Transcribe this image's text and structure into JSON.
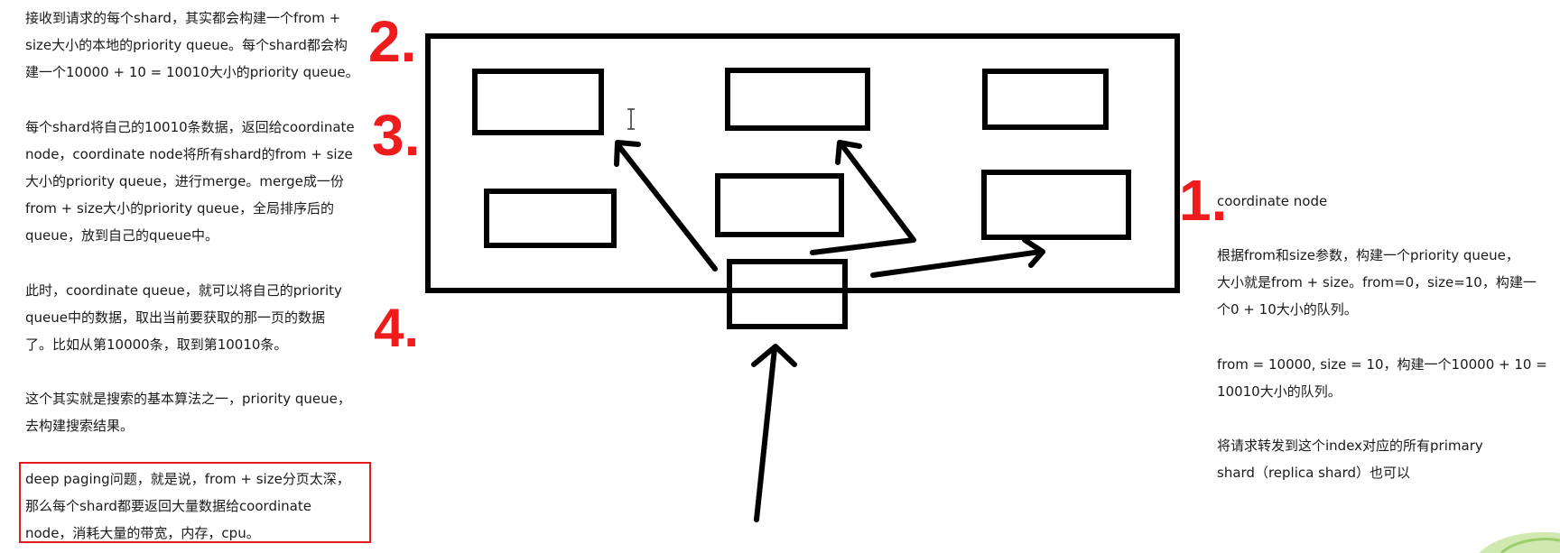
{
  "left_panel": {
    "p1": "接收到请求的每个shard，其实都会构建一个from +\nsize大小的本地的priority queue。每个shard都会构\n建一个10000 + 10 = 10010大小的priority queue。",
    "p2": "每个shard将自己的10010条数据，返回给coordinate\nnode，coordinate node将所有shard的from + size\n大小的priority queue，进行merge。merge成一份\nfrom + size大小的priority queue，全局排序后的\nqueue，放到自己的queue中。",
    "p3": "此时，coordinate queue，就可以将自己的priority\nqueue中的数据，取出当前要获取的那一页的数据\n了。比如从第10000条，取到第10010条。",
    "p4": "这个其实就是搜索的基本算法之一，priority queue，\n去构建搜索结果。",
    "p5": "deep paging问题，就是说，from  + size分页太深，\n那么每个shard都要返回大量数据给coordinate\nnode，消耗大量的带宽，内存，cpu。"
  },
  "right_panel": {
    "p1": "coordinate node",
    "p2": "根据from和size参数，构建一个priority queue，\n大小就是from + size。from=0，size=10，构建一\n个0 + 10大小的队列。",
    "p3": "from = 10000, size = 10，构建一个10000 + 10 =\n10010大小的队列。",
    "p4": "将请求转发到这个index对应的所有primary\nshard（replica shard）也可以"
  },
  "step_numbers": {
    "one": "1.",
    "two": "2.",
    "three": "3.",
    "four": "4."
  },
  "colors": {
    "accent": "#ee1c1c",
    "stroke": "#000000",
    "text": "#1a1a1a"
  }
}
